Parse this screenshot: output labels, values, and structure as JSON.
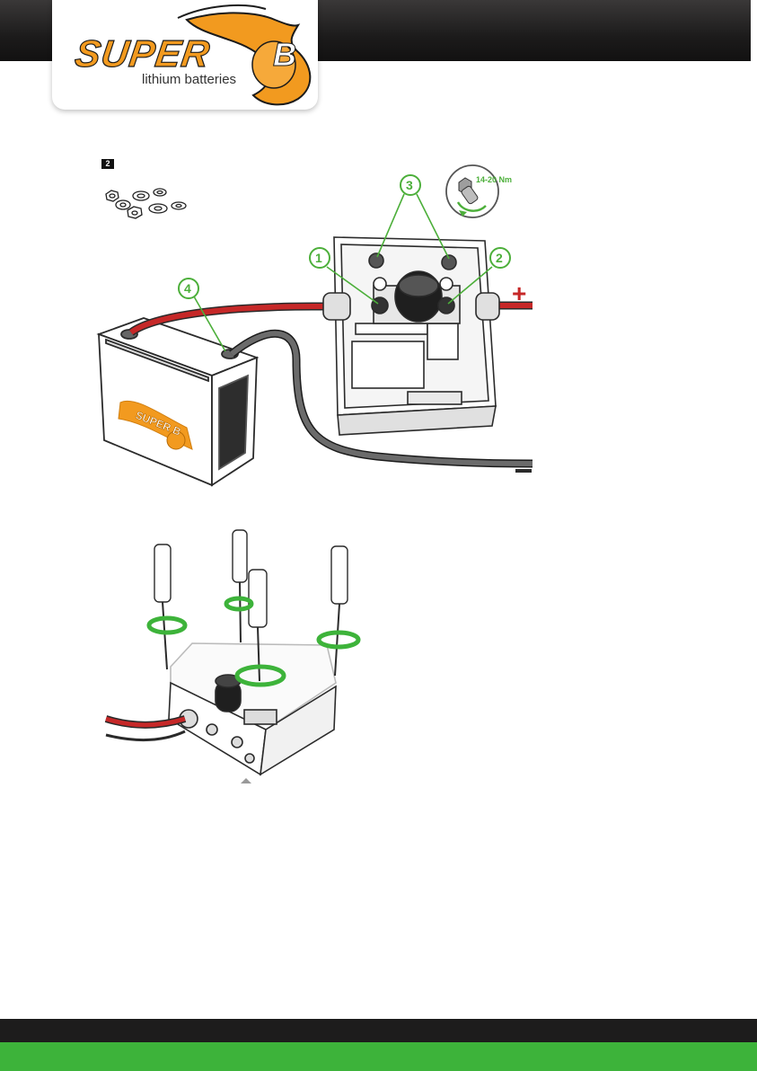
{
  "brand": {
    "name_main": "SUPER",
    "name_letter": "B",
    "tagline": "lithium batteries"
  },
  "step_badge": "2",
  "callouts": {
    "c1": "1",
    "c2": "2",
    "c3": "3",
    "c4": "4"
  },
  "torque_label": "14-20 Nm",
  "polarity": {
    "positive": "+",
    "negative": "−"
  },
  "battery_logo_text": "SUPER B",
  "colors": {
    "brand_orange": "#f29a1f",
    "accent_green": "#3db33a",
    "cable_red": "#c62828",
    "header_dark": "#1c1b1b"
  }
}
